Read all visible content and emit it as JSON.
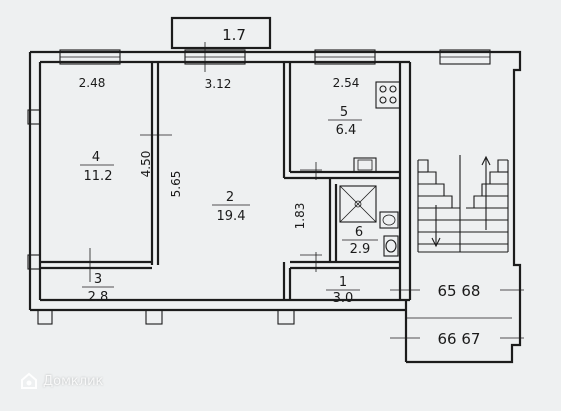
{
  "balcony_area": "1.7",
  "dimensions": {
    "width_room4": "2.48",
    "width_room2": "3.12",
    "width_room5": "2.54",
    "length_room4": "4.50",
    "length_room2": "5.65",
    "length_hall": "1.83"
  },
  "rooms": [
    {
      "number": "4",
      "area": "11.2"
    },
    {
      "number": "2",
      "area": "19.4"
    },
    {
      "number": "5",
      "area": "6.4"
    },
    {
      "number": "6",
      "area": "2.9"
    },
    {
      "number": "3",
      "area": "2.8"
    },
    {
      "number": "1",
      "area": "3.0"
    }
  ],
  "neighbor_apartments": {
    "upper": "65 68",
    "lower": "66 67"
  },
  "watermark": "Домклик",
  "colors": {
    "paper": "#eef0f1",
    "ink": "#1c1c1c",
    "watermark": "#ffffff"
  }
}
